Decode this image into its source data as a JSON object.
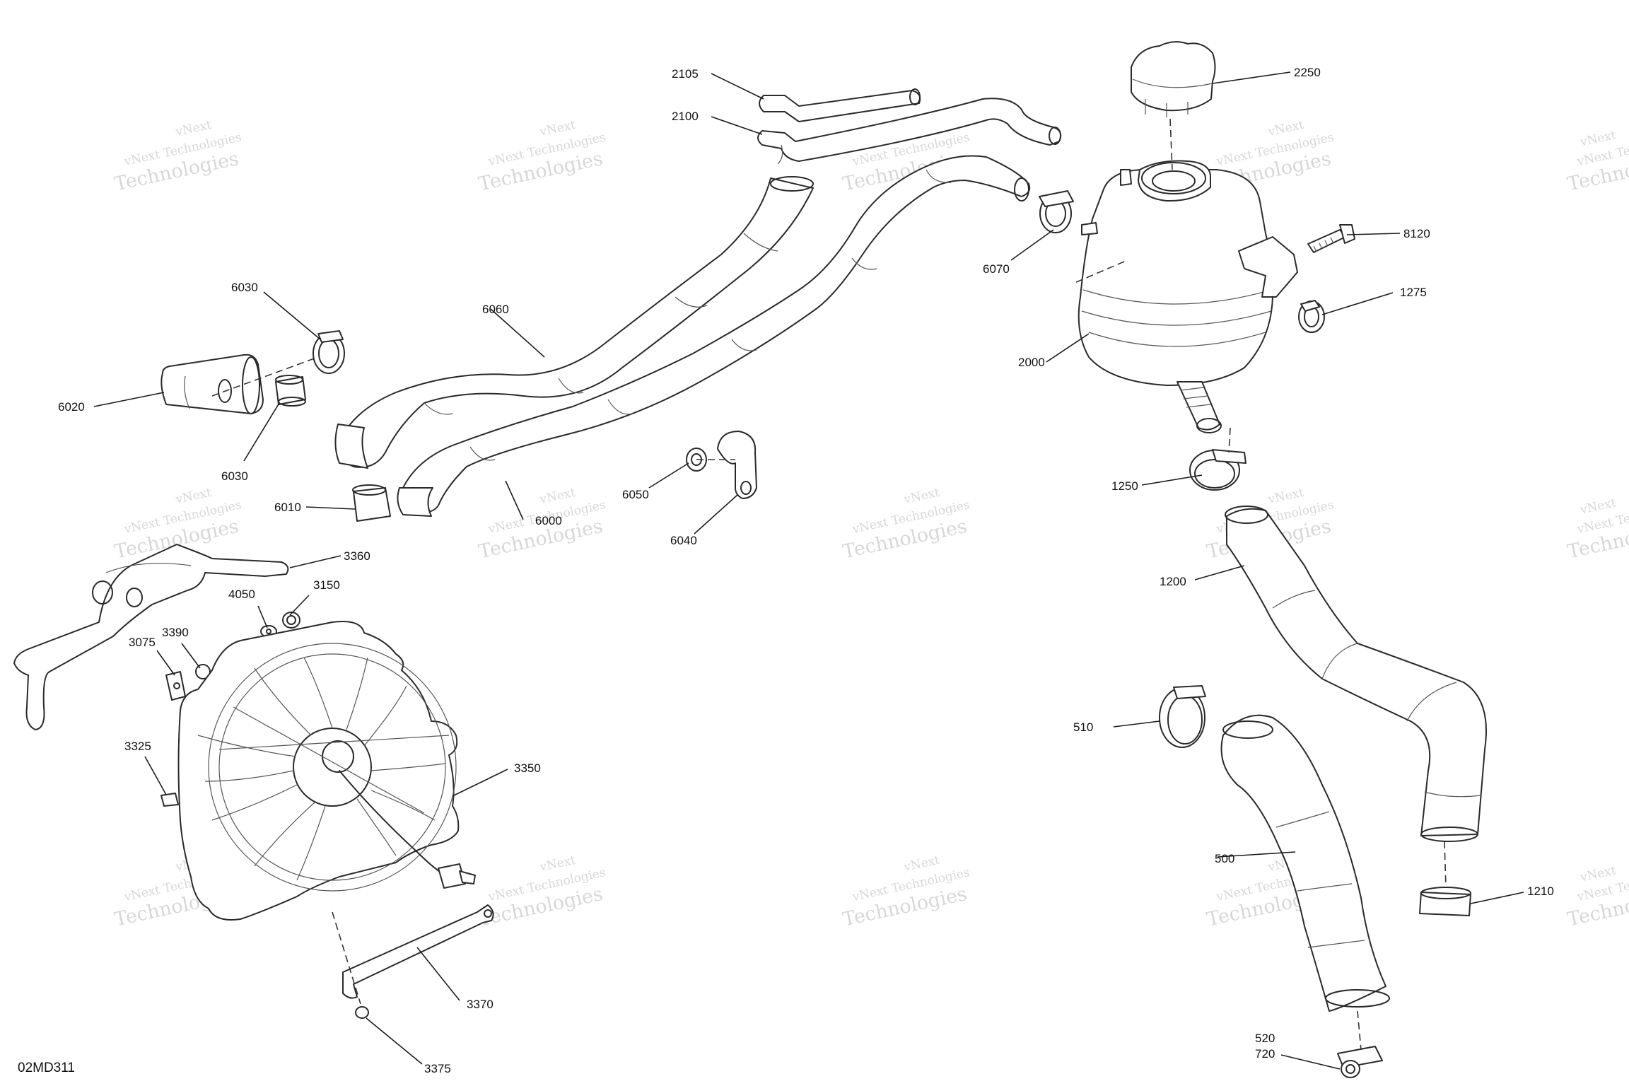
{
  "diagram": {
    "code": "02MD311",
    "watermark": {
      "line1": "vNext Technologies",
      "line2": "Technologies",
      "small": "vNext"
    },
    "callouts": [
      {
        "id": "2105",
        "label": "2105"
      },
      {
        "id": "2100",
        "label": "2100"
      },
      {
        "id": "2250",
        "label": "2250"
      },
      {
        "id": "8120",
        "label": "8120"
      },
      {
        "id": "1275",
        "label": "1275"
      },
      {
        "id": "6070",
        "label": "6070"
      },
      {
        "id": "2000",
        "label": "2000"
      },
      {
        "id": "1250",
        "label": "1250"
      },
      {
        "id": "1200",
        "label": "1200"
      },
      {
        "id": "6030a",
        "label": "6030"
      },
      {
        "id": "6060",
        "label": "6060"
      },
      {
        "id": "6020",
        "label": "6020"
      },
      {
        "id": "6030b",
        "label": "6030"
      },
      {
        "id": "6010",
        "label": "6010"
      },
      {
        "id": "6000",
        "label": "6000"
      },
      {
        "id": "6050",
        "label": "6050"
      },
      {
        "id": "6040",
        "label": "6040"
      },
      {
        "id": "3360",
        "label": "3360"
      },
      {
        "id": "3150",
        "label": "3150"
      },
      {
        "id": "4050",
        "label": "4050"
      },
      {
        "id": "3075",
        "label": "3075"
      },
      {
        "id": "3390",
        "label": "3390"
      },
      {
        "id": "3325",
        "label": "3325"
      },
      {
        "id": "3350",
        "label": "3350"
      },
      {
        "id": "3370",
        "label": "3370"
      },
      {
        "id": "3375",
        "label": "3375"
      },
      {
        "id": "510",
        "label": "510"
      },
      {
        "id": "500",
        "label": "500"
      },
      {
        "id": "1210",
        "label": "1210"
      },
      {
        "id": "520",
        "label": "520"
      },
      {
        "id": "720",
        "label": "720"
      }
    ]
  }
}
